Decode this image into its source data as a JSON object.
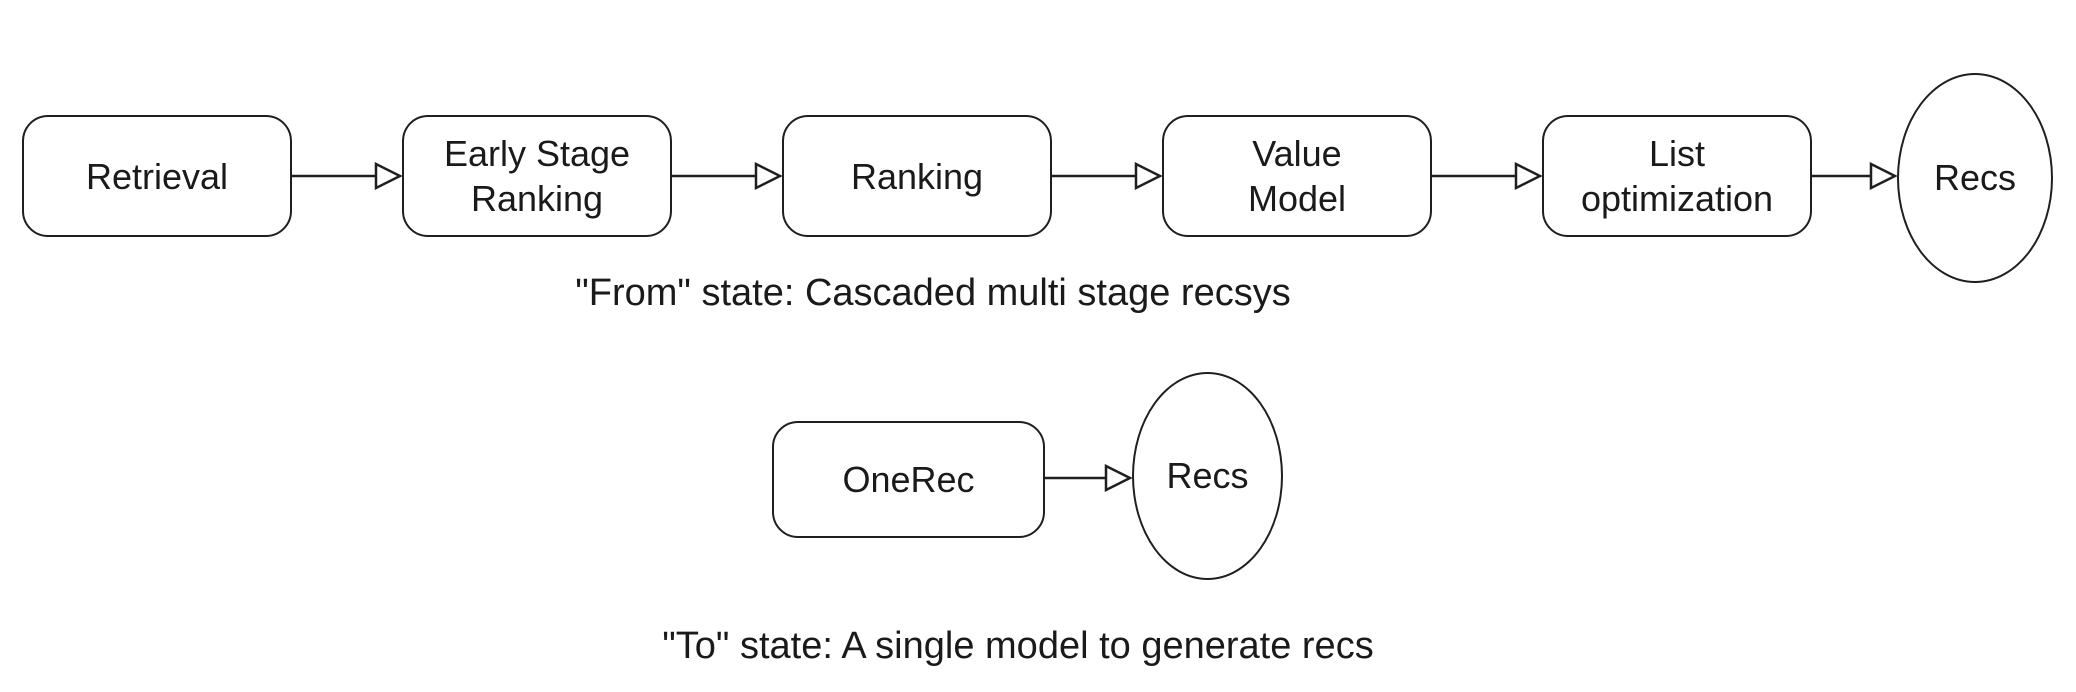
{
  "diagram": {
    "background_color": "#ffffff",
    "stroke_color": "#1f1f1f",
    "text_color": "#1a1a1a",
    "flow_from": {
      "caption": "\"From\" state: Cascaded multi stage recsys",
      "nodes": [
        {
          "label": "Retrieval",
          "shape": "rounded-box"
        },
        {
          "label": "Early Stage Ranking",
          "shape": "rounded-box"
        },
        {
          "label": "Ranking",
          "shape": "rounded-box"
        },
        {
          "label": "Value Model",
          "shape": "rounded-box"
        },
        {
          "label": "List optimization",
          "shape": "rounded-box"
        },
        {
          "label": "Recs",
          "shape": "ellipse"
        }
      ]
    },
    "flow_to": {
      "caption": "\"To\" state: A single model to generate recs",
      "nodes": [
        {
          "label": "OneRec",
          "shape": "rounded-box"
        },
        {
          "label": "Recs",
          "shape": "ellipse"
        }
      ]
    }
  }
}
